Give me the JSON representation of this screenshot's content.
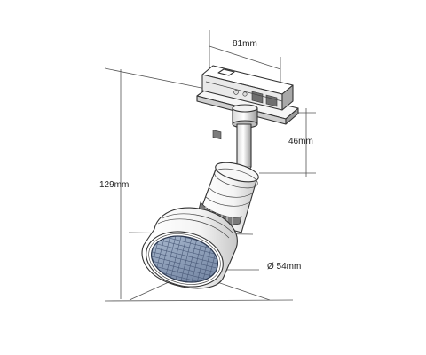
{
  "dimensions": {
    "width": "81mm",
    "adapter_height": "46mm",
    "total_height": "129mm",
    "diameter": "Ø 54mm"
  },
  "colors": {
    "body": "#ffffff",
    "outline": "#333333",
    "shadow": "#c9c9c9",
    "dark_shade": "#7d7d7d",
    "lens": "#8da0bb",
    "grid": "#4a5a78"
  }
}
